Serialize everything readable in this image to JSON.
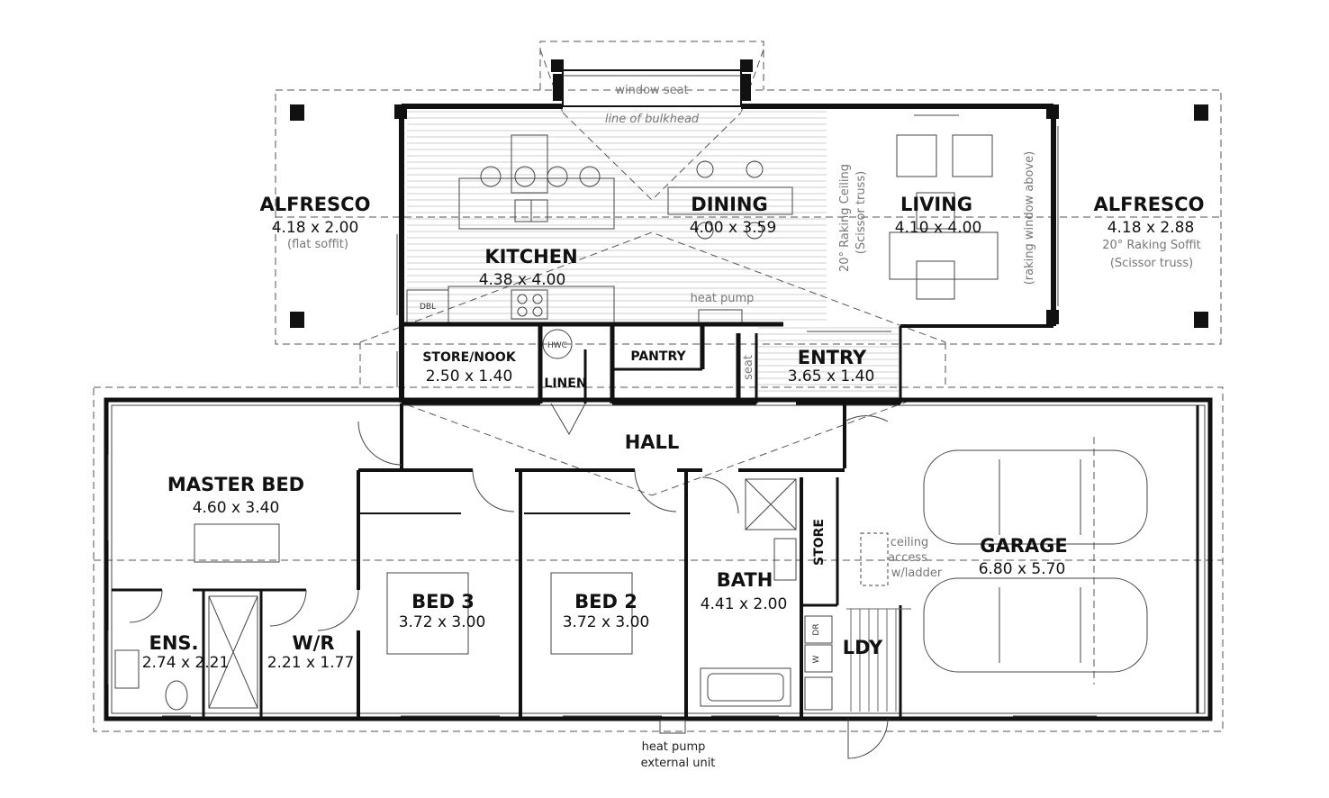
{
  "rooms": {
    "alfresco_left": {
      "name": "ALFRESCO",
      "dim": "4.18 x 2.00",
      "note": "(flat soffit)"
    },
    "alfresco_right": {
      "name": "ALFRESCO",
      "dim": "4.18 x 2.88",
      "note": "20° Raking Soffit",
      "note2": "(Scissor truss)"
    },
    "dining": {
      "name": "DINING",
      "dim": "4.00 x 3.59"
    },
    "living": {
      "name": "LIVING",
      "dim": "4.10 x 4.00"
    },
    "kitchen": {
      "name": "KITCHEN",
      "dim": "4.38 x 4.00"
    },
    "store_nook": {
      "name": "STORE/NOOK",
      "dim": "2.50 x 1.40"
    },
    "linen": {
      "name": "LINEN"
    },
    "pantry": {
      "name": "PANTRY"
    },
    "entry": {
      "name": "ENTRY",
      "dim": "3.65 x 1.40"
    },
    "hall": {
      "name": "HALL"
    },
    "master_bed": {
      "name": "MASTER BED",
      "dim": "4.60 x 3.40"
    },
    "ensuite": {
      "name": "ENS.",
      "dim": "2.74 x 2.21"
    },
    "wardrobe": {
      "name": "W/R",
      "dim": "2.21 x 1.77"
    },
    "bed3": {
      "name": "BED 3",
      "dim": "3.72 x 3.00"
    },
    "bed2": {
      "name": "BED 2",
      "dim": "3.72 x 3.00"
    },
    "bath": {
      "name": "BATH",
      "dim": "4.41 x 2.00"
    },
    "store": {
      "name": "STORE"
    },
    "laundry": {
      "name": "LDY"
    },
    "garage": {
      "name": "GARAGE",
      "dim": "6.80 x 5.70"
    }
  },
  "notes": {
    "window_seat": "window seat",
    "bulkhead": "line of bulkhead",
    "heat_pump": "heat pump",
    "heat_pump_external_1": "heat pump",
    "heat_pump_external_2": "external unit",
    "raking_ceiling_1": "20° Raking Ceiling",
    "raking_ceiling_2": "(Scissor truss)",
    "raking_window": "(raking window above)",
    "seat": "seat",
    "ceiling_access_1": "ceiling",
    "ceiling_access_2": "access",
    "ceiling_access_3": "w/ladder",
    "hwc": "HWC",
    "dbl": "DBL",
    "dryer": "DR",
    "washer": "W"
  },
  "colors": {
    "wall": "#111111",
    "dashed": "#555555",
    "note": "#777777",
    "floorboards": "#cfcfcf"
  }
}
